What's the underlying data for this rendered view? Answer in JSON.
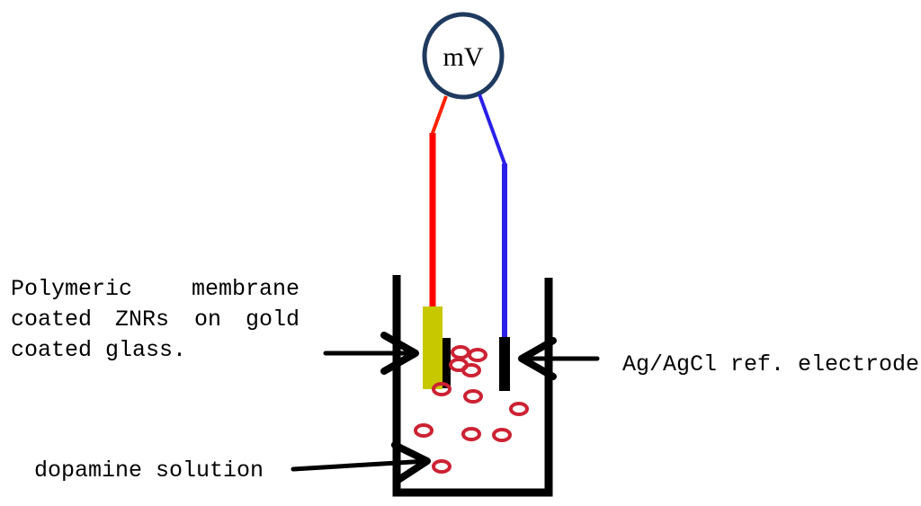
{
  "meter": {
    "label": "mV"
  },
  "labels": {
    "membrane_line1": [
      "Polymeric",
      "membrane"
    ],
    "membrane_line2": [
      "coated",
      "ZNRs",
      "on",
      "gold"
    ],
    "membrane_line3": "coated glass.",
    "reference": "Ag/AgCl ref. electrode",
    "solution": "dopamine solution"
  },
  "colors": {
    "meter_outline": "#1f3a5f",
    "positive_wire": "#ff0000",
    "negative_wire": "#2a20e8",
    "working_electrode": "#c8c800",
    "electrode_backing": "#000000",
    "dopamine_particles": "#cc2233",
    "beaker": "#000000"
  }
}
